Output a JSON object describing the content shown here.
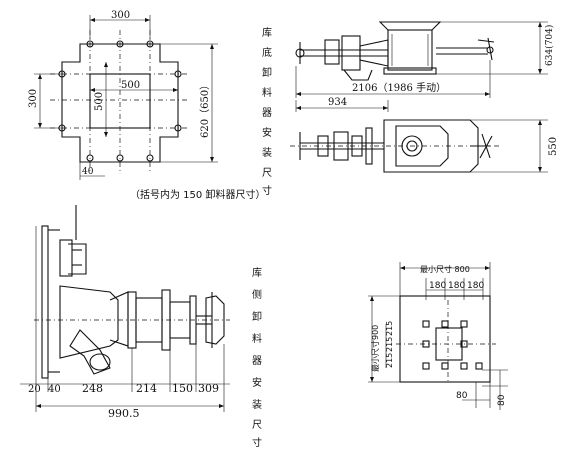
{
  "labels": {
    "vertical_top": [
      "库",
      "底",
      "卸",
      "料",
      "器",
      "安",
      "装",
      "尺",
      "寸"
    ],
    "vertical_bottom": [
      "库",
      "侧",
      "卸",
      "料",
      "器",
      "安",
      "装",
      "尺",
      "寸"
    ],
    "note": "（括号内为 150 卸料器尺寸）"
  },
  "dims_top_left": {
    "d300_top": "300",
    "d500_h": "500",
    "d300_left": "300",
    "d500_v": "500",
    "d620": "620（650）",
    "d40": "40"
  },
  "dims_top_right": {
    "d2106": "2106（1986 手动）",
    "d934": "934",
    "d634": "634(704)",
    "d550": "550"
  },
  "dims_bottom_left": {
    "d20": "20",
    "d40": "40",
    "d248": "248",
    "d214": "214",
    "d150": "150",
    "d309": "309",
    "d9905": "990.5"
  },
  "dims_bottom_right": {
    "min800": "最小尺寸 800",
    "d180a": "180",
    "d180b": "180",
    "d180c": "180",
    "min900": "最小尺寸900",
    "d215a": "215",
    "d215b": "215",
    "d215c": "215",
    "d80a": "80",
    "d80b": "80"
  }
}
